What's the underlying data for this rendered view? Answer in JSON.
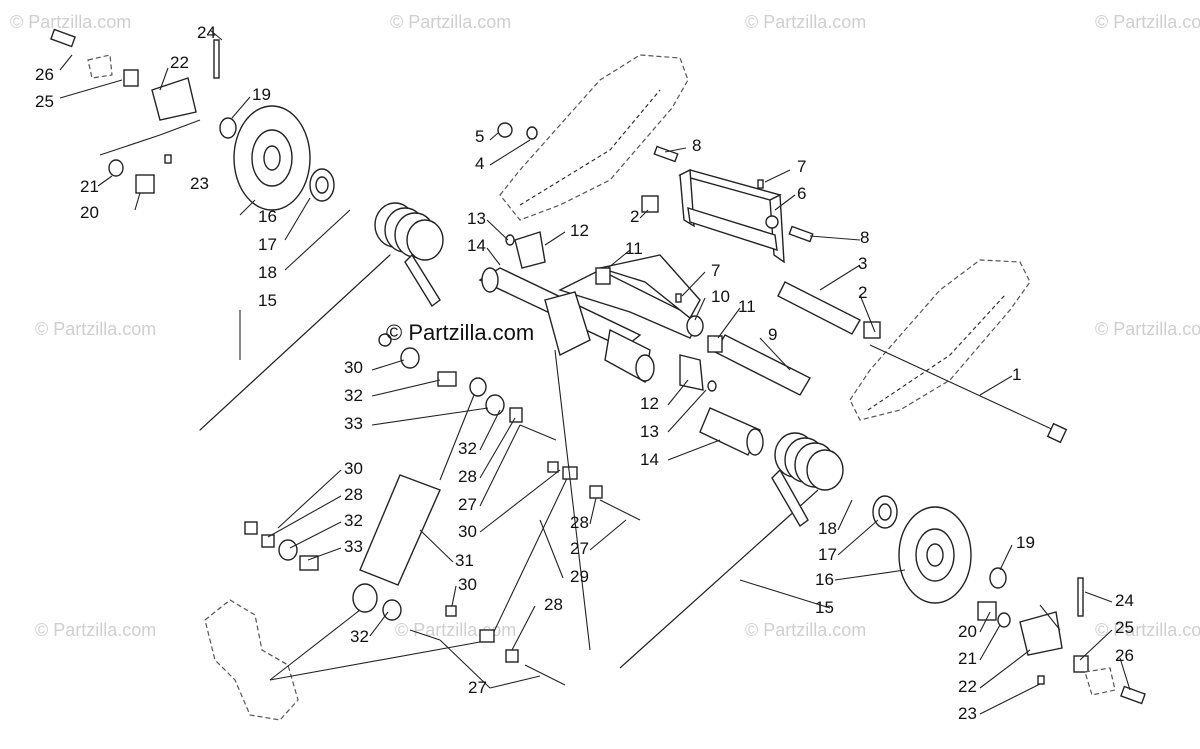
{
  "watermark": "© Partzilla.com",
  "credit": "© Partzilla.com",
  "callouts": [
    {
      "id": "c24a",
      "text": "24"
    },
    {
      "id": "c22a",
      "text": "22"
    },
    {
      "id": "c26a",
      "text": "26"
    },
    {
      "id": "c25a",
      "text": "25"
    },
    {
      "id": "c19a",
      "text": "19"
    },
    {
      "id": "c21a",
      "text": "21"
    },
    {
      "id": "c23a",
      "text": "23"
    },
    {
      "id": "c20a",
      "text": "20"
    },
    {
      "id": "c16a",
      "text": "16"
    },
    {
      "id": "c17a",
      "text": "17"
    },
    {
      "id": "c18a",
      "text": "18"
    },
    {
      "id": "c15a",
      "text": "15"
    },
    {
      "id": "c5",
      "text": "5"
    },
    {
      "id": "c4",
      "text": "4"
    },
    {
      "id": "c8a",
      "text": "8"
    },
    {
      "id": "c7a",
      "text": "7"
    },
    {
      "id": "c6",
      "text": "6"
    },
    {
      "id": "c2a",
      "text": "2"
    },
    {
      "id": "c8b",
      "text": "8"
    },
    {
      "id": "c13a",
      "text": "13"
    },
    {
      "id": "c12a",
      "text": "12"
    },
    {
      "id": "c14a",
      "text": "14"
    },
    {
      "id": "c11a",
      "text": "11"
    },
    {
      "id": "c3",
      "text": "3"
    },
    {
      "id": "c7b",
      "text": "7"
    },
    {
      "id": "c10",
      "text": "10"
    },
    {
      "id": "c2b",
      "text": "2"
    },
    {
      "id": "c11b",
      "text": "11"
    },
    {
      "id": "c9",
      "text": "9"
    },
    {
      "id": "c1",
      "text": "1"
    },
    {
      "id": "c30a",
      "text": "30"
    },
    {
      "id": "c32a",
      "text": "32"
    },
    {
      "id": "c33a",
      "text": "33"
    },
    {
      "id": "c12b",
      "text": "12"
    },
    {
      "id": "c13b",
      "text": "13"
    },
    {
      "id": "c14b",
      "text": "14"
    },
    {
      "id": "c32b",
      "text": "32"
    },
    {
      "id": "c28a",
      "text": "28"
    },
    {
      "id": "c27a",
      "text": "27"
    },
    {
      "id": "c30b",
      "text": "30"
    },
    {
      "id": "c30c",
      "text": "30"
    },
    {
      "id": "c28b",
      "text": "28"
    },
    {
      "id": "c32c",
      "text": "32"
    },
    {
      "id": "c33b",
      "text": "33"
    },
    {
      "id": "c31",
      "text": "31"
    },
    {
      "id": "c28c",
      "text": "28"
    },
    {
      "id": "c27b",
      "text": "27"
    },
    {
      "id": "c29",
      "text": "29"
    },
    {
      "id": "c18b",
      "text": "18"
    },
    {
      "id": "c17b",
      "text": "17"
    },
    {
      "id": "c16b",
      "text": "16"
    },
    {
      "id": "c19b",
      "text": "19"
    },
    {
      "id": "c15b",
      "text": "15"
    },
    {
      "id": "c24b",
      "text": "24"
    },
    {
      "id": "c30d",
      "text": "30"
    },
    {
      "id": "c28d",
      "text": "28"
    },
    {
      "id": "c32d",
      "text": "32"
    },
    {
      "id": "c20b",
      "text": "20"
    },
    {
      "id": "c25b",
      "text": "25"
    },
    {
      "id": "c21b",
      "text": "21"
    },
    {
      "id": "c26b",
      "text": "26"
    },
    {
      "id": "c22b",
      "text": "22"
    },
    {
      "id": "c27c",
      "text": "27"
    },
    {
      "id": "c23b",
      "text": "23"
    }
  ]
}
